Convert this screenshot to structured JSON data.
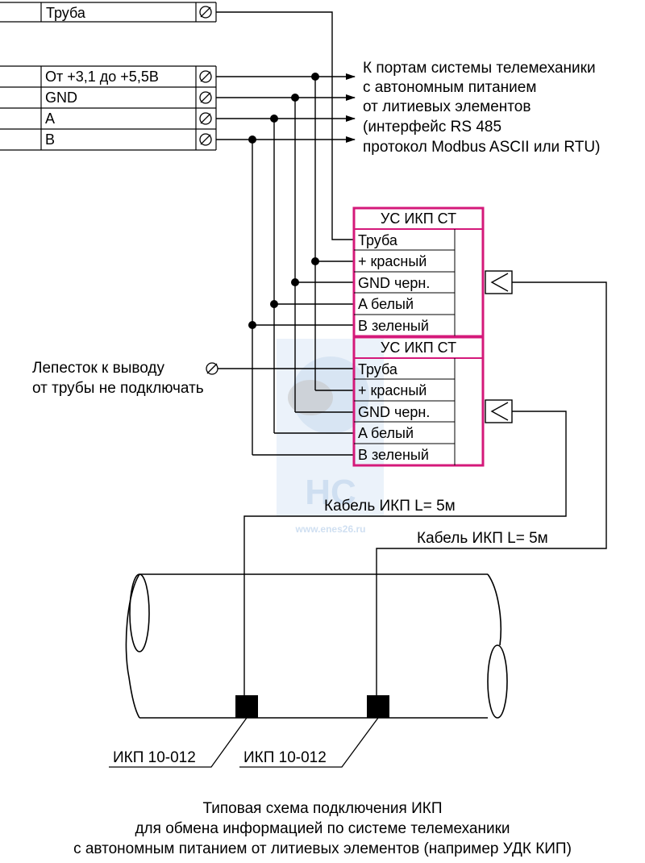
{
  "terminal_block_top": {
    "label": "Труба"
  },
  "terminal_block": {
    "rows": [
      "От +3,1 до +5,5В",
      "GND",
      "A",
      "B"
    ]
  },
  "ports_note": {
    "lines": [
      "К портам системы телемеханики",
      "с автономным питанием",
      "от литиевых элементов",
      "(интерфейс RS 485",
      "протокол Modbus ASCII или RTU)"
    ]
  },
  "device_1": {
    "title": "УС ИКП СТ",
    "rows": [
      "Труба",
      "+ красный",
      "GND черн.",
      "A белый",
      "B зеленый"
    ]
  },
  "device_2": {
    "title": "УС ИКП СТ",
    "rows": [
      "Труба",
      "+ красный",
      "GND черн.",
      "A белый",
      "B зеленый"
    ]
  },
  "petal_note": {
    "lines": [
      "Лепесток к выводу",
      "от трубы не подключать"
    ]
  },
  "cable_1": {
    "label": "Кабель ИКП L= 5м"
  },
  "cable_2": {
    "label": "Кабель ИКП L= 5м"
  },
  "sensor_1": {
    "label": "ИКП 10-012"
  },
  "sensor_2": {
    "label": "ИКП 10-012"
  },
  "watermark": {
    "text": "www.enes26.ru"
  },
  "caption": {
    "lines": [
      "Типовая схема подключения ИКП",
      "для обмена информацией по системе телемеханики",
      "с автономным питанием от литиевых элементов (например УДК КИП)"
    ]
  },
  "colors": {
    "line": "#000000",
    "device_border": "#d4197a",
    "watermark": "#a9c6e6",
    "sensor": "#000000"
  }
}
